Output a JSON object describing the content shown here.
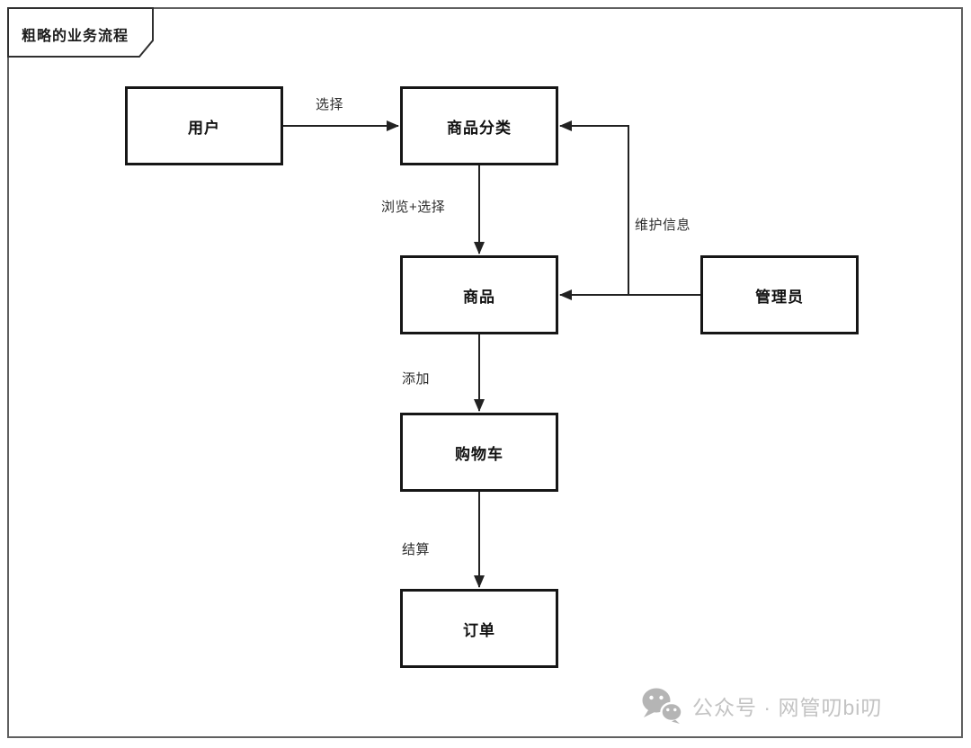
{
  "page": {
    "title_tab": "粗略的业务流程"
  },
  "diagram": {
    "nodes": [
      {
        "id": "user",
        "label": "用户"
      },
      {
        "id": "category",
        "label": "商品分类"
      },
      {
        "id": "product",
        "label": "商品"
      },
      {
        "id": "admin",
        "label": "管理员"
      },
      {
        "id": "cart",
        "label": "购物车"
      },
      {
        "id": "order",
        "label": "订单"
      }
    ],
    "edges": [
      {
        "from": "用户",
        "to": "商品分类",
        "label": "选择"
      },
      {
        "from": "商品分类",
        "to": "商品",
        "label": "浏览+选择"
      },
      {
        "from": "管理员",
        "to": "商品分类",
        "label": "维护信息"
      },
      {
        "from": "管理员",
        "to": "商品",
        "label": ""
      },
      {
        "from": "商品",
        "to": "购物车",
        "label": "添加"
      },
      {
        "from": "购物车",
        "to": "订单",
        "label": "结算"
      }
    ]
  },
  "watermark": {
    "icon": "wechat-icon",
    "text": "公众号 · 网管叨bi叨"
  },
  "colors": {
    "node_border": "#161616",
    "connector": "#222222",
    "page_border": "#5f5f5f",
    "watermark": "#c3c3c3",
    "background": "#ffffff"
  }
}
